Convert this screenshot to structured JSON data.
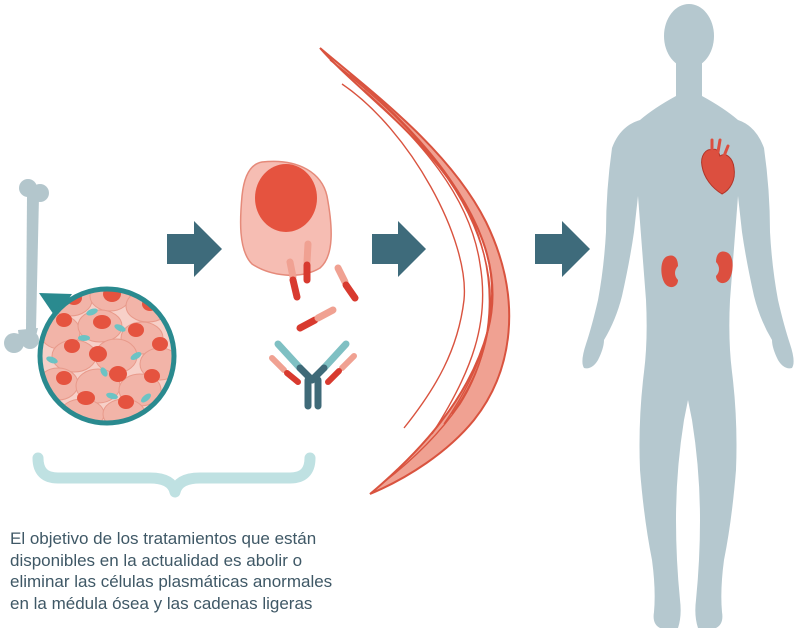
{
  "colors": {
    "arrow": "#3e6b7b",
    "bone": "#b3c6cc",
    "body_silhouette": "#b5c8cf",
    "organ_red": "#dc4f3f",
    "muscle_fill": "#f0a192",
    "muscle_line": "#d9533f",
    "cell_fill": "#f6bdb3",
    "cell_nucleus": "#e5533f",
    "antibody_heavy_chain": "#3f6a78",
    "antibody_light_teal": "#7fc0c3",
    "brace": "#bfe1e2",
    "caption_text": "#3f5866"
  },
  "icons": [
    "bone-icon",
    "bone-marrow-magnifier-icon",
    "arrow-right-icon",
    "plasma-cell-icon",
    "light-chain-fragment-icon",
    "antibody-icon",
    "amyloid-fibril-icon",
    "human-body-icon",
    "heart-icon",
    "kidney-icon",
    "curly-brace-icon"
  ],
  "caption": {
    "lines": [
      "El objetivo de los tratamientos que están",
      "disponibles en la actualidad es abolir o",
      "eliminar las células plasmáticas anormales",
      "en la médula ósea y las cadenas ligeras"
    ]
  }
}
